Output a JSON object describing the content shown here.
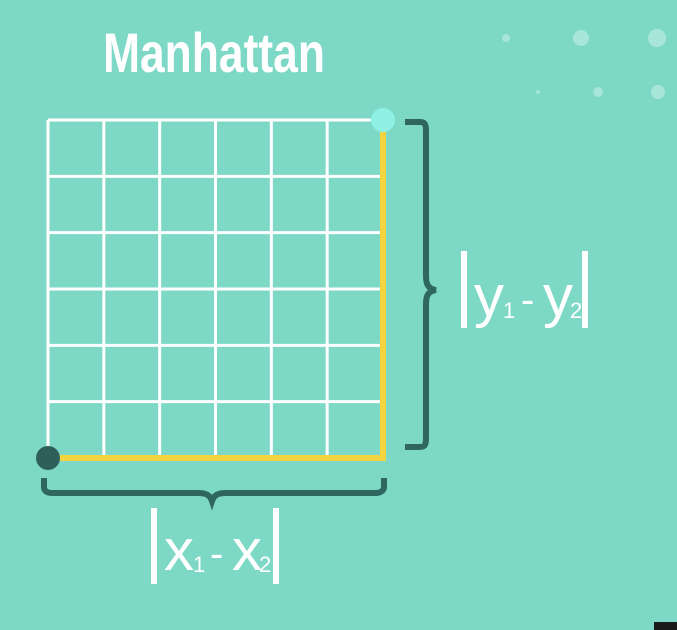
{
  "title": "Manhattan",
  "grid": {
    "columns": 6,
    "rows": 6
  },
  "formula_y": {
    "left_bar": "|",
    "var_a": "y",
    "sub_a": "1",
    "minus": "-",
    "var_b": "y",
    "sub_b": "2",
    "right_bar": "|"
  },
  "formula_x": {
    "left_bar": "|",
    "var_a": "x",
    "sub_a": "1",
    "minus": "-",
    "var_b": "x",
    "sub_b": "2",
    "right_bar": "|"
  },
  "colors": {
    "background": "#7dd8c6",
    "grid_line": "#ffffff",
    "path": "#f5d53f",
    "start_point": "#2f5f5a",
    "end_point": "#8ff0e6",
    "brace": "#2f6660",
    "text": "#ffffff"
  }
}
